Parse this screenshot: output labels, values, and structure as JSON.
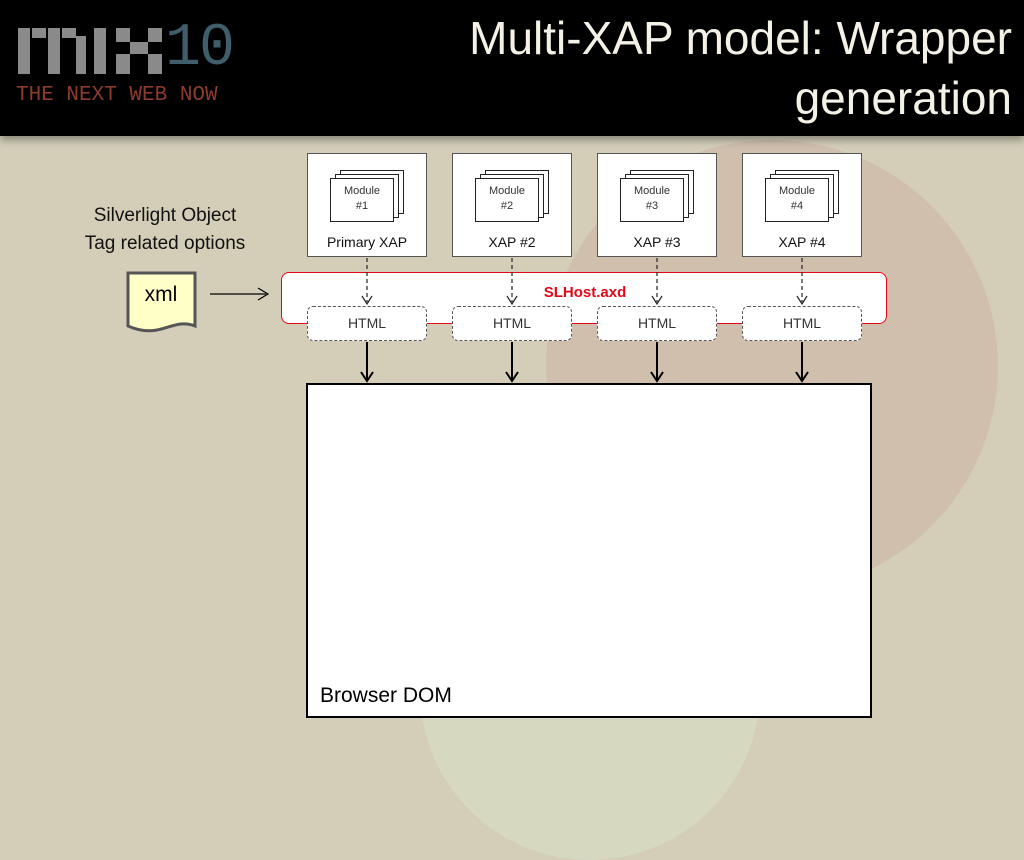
{
  "header": {
    "logo_number": "10",
    "logo_tagline": "THE NEXT WEB NOW",
    "logo_wordmark": "mix",
    "title_line1": "Multi-XAP model: Wrapper",
    "title_line2": "generation"
  },
  "options": {
    "line1": "Silverlight Object",
    "line2": "Tag related options"
  },
  "xml_doc": {
    "label": "xml"
  },
  "slhost": {
    "label": "SLHost.axd"
  },
  "xaps": [
    {
      "label": "Primary XAP",
      "module_line1": "Module",
      "module_line2": "#1"
    },
    {
      "label": "XAP #2",
      "module_line1": "Module",
      "module_line2": "#2"
    },
    {
      "label": "XAP #3",
      "module_line1": "Module",
      "module_line2": "#3"
    },
    {
      "label": "XAP #4",
      "module_line1": "Module",
      "module_line2": "#4"
    }
  ],
  "html_boxes": [
    "HTML",
    "HTML",
    "HTML",
    "HTML"
  ],
  "browser_dom": {
    "label": "Browser DOM"
  },
  "colors": {
    "background": "#d4ceb9",
    "header": "#000000",
    "title_text": "#f4f1e6",
    "logo_number": "#3f5d6b",
    "logo_tagline": "#8e3a2e",
    "slhost_accent": "#e2081b",
    "xml_doc_fill": "#ffffc8"
  }
}
